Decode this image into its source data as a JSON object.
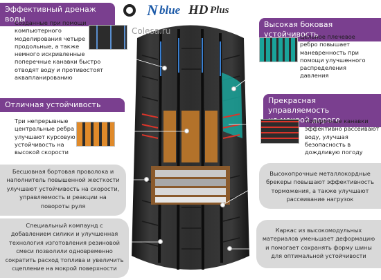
{
  "brand": {
    "n": "N",
    "blue": "blue",
    "hd": "HD",
    "plus": "Plus"
  },
  "watermark": "Colesa.ru",
  "features": {
    "drainage": {
      "title": "Эффективный дренаж воды",
      "text": [
        "Созданные при помощи",
        "компьютерного",
        "моделирования четыре",
        "продольные, а также",
        "немного искривленные",
        "поперечные канавки быстро",
        "отводят воду и противостоят",
        "аквапланированию"
      ]
    },
    "lateral": {
      "title": "Высокая боковая устойчивость",
      "text": [
        "Цельное плечевое",
        "ребро повышает",
        "маневренность при",
        "помощи улучшенного",
        "распределения",
        "давления"
      ]
    },
    "stability": {
      "title": "Отличная устойчивость",
      "text": [
        "Три непрерывные",
        "центральные ребра",
        "улучшают курсовую",
        "устойчивость на",
        "высокой скорости"
      ]
    },
    "wet_handling": {
      "title": [
        "Прекрасная управляемость",
        "на мокрой дороге"
      ],
      "text": [
        "Поперечные канавки",
        "эффективно рассеивают",
        "воду, улучшая",
        "безопасность в",
        "дождливую погоду"
      ]
    },
    "bead_wire": [
      "Бесшовная бортовая проволока и",
      "наполнитель повышенной жесткости",
      "улучшают устойчивость на скорости,",
      "управляемость и реакции на",
      "повороты руля"
    ],
    "steel_breakers": [
      "Высокопрочные металлокордные",
      "брекеры повышают эффективность",
      "торможения, а также улучшают",
      "рассеивание нагрузок"
    ],
    "compound": [
      "Специальный компаунд с",
      "добавлением силики и улучшенная",
      "технология изготовления резиновой",
      "смеси позволили одновременно",
      "сократить расход топлива и увеличить",
      "сцепление на мокрой поверхности"
    ],
    "carcass": [
      "Каркас из высокомодульных",
      "материалов уменьшает деформацию",
      "и помогает сохранять форму шины",
      "для оптимальной устойчивости"
    ]
  },
  "colors": {
    "band": "#7a3f8f",
    "gray_box": "#d9d9d9",
    "tire": "#2b2b2b",
    "teal": "#1aa39a",
    "orange": "#e08a2a",
    "red": "#d9352a",
    "blue_logo": "#1c5aa8"
  }
}
